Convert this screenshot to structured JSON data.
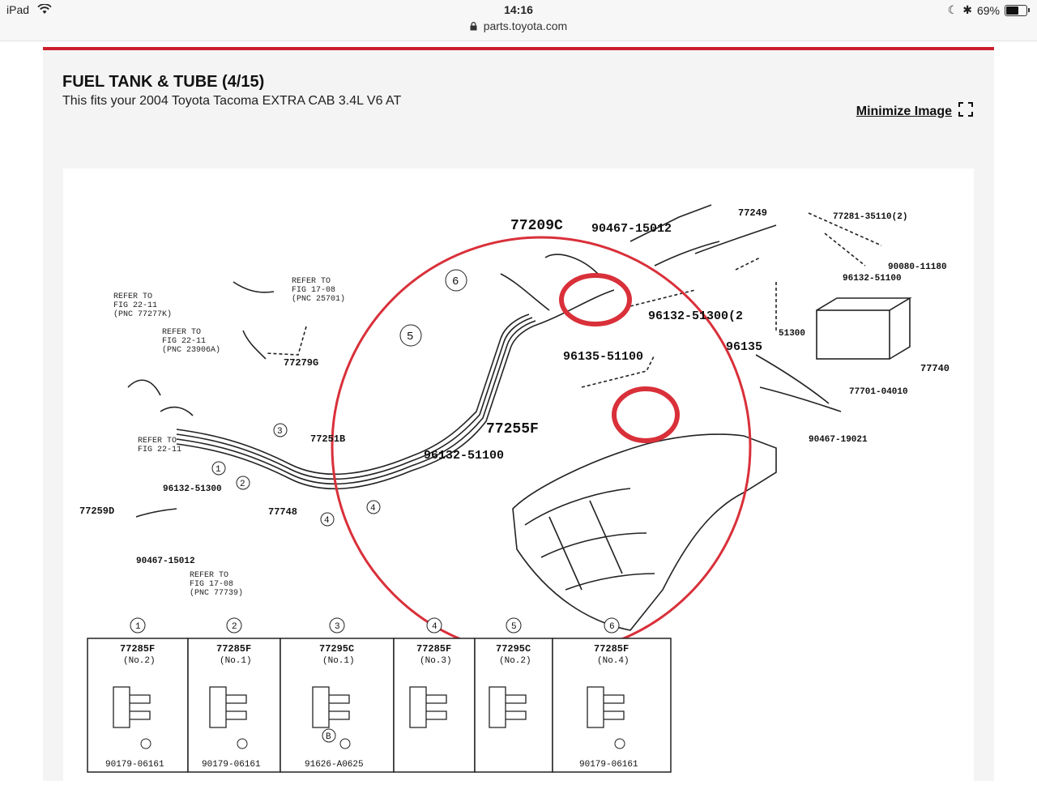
{
  "status_bar": {
    "device": "iPad",
    "time": "14:16",
    "url": "parts.toyota.com",
    "battery": "69%",
    "battery_level": 0.69
  },
  "page": {
    "title": "FUEL TANK & TUBE (4/15)",
    "subtitle": "This fits your 2004 Toyota Tacoma EXTRA CAB 3.4L V6 AT",
    "minimize_label": "Minimize Image"
  },
  "diagram": {
    "callouts": {
      "c1": "REFER TO",
      "c1b": "FIG 22-11",
      "c1c": "(PNC 77277K)",
      "c2": "REFER TO",
      "c2b": "FIG 22-11",
      "c2c": "(PNC 23906A)",
      "c3": "REFER TO",
      "c3b": "FIG 17-08",
      "c3c": "(PNC 25701)",
      "c4": "REFER TO",
      "c4b": "FIG 22-11",
      "c5": "REFER TO",
      "c5b": "FIG 17-08",
      "c5c": "(PNC 77739)"
    },
    "parts": {
      "p77209C": "77209C",
      "p90467_15012_top": "90467-15012",
      "p77249": "77249",
      "p77281": "77281-35110(2)",
      "p90080": "90080-11180",
      "p96132_51100_r": "96132-51100",
      "p96132_51300_r": "96132-51300(2",
      "p51300": "51300",
      "p96135_51100": "96135-51100",
      "p96135": "96135",
      "p77740": "77740",
      "p77701": "77701-04010",
      "p90467_19021": "90467-19021",
      "p77279G": "77279G",
      "p77251B": "77251B",
      "p77255F": "77255F",
      "p96132_51100_c": "96132-51100",
      "p96132_51300_l": "96132-51300",
      "p77259D": "77259D",
      "p77748": "77748",
      "p90467_15012_l": "90467-15012"
    },
    "legend": [
      {
        "num": "1",
        "part": "77285F",
        "sub": "(No.2)",
        "bolt": "90179-06161"
      },
      {
        "num": "2",
        "part": "77285F",
        "sub": "(No.1)",
        "bolt": "90179-06161"
      },
      {
        "num": "3",
        "part": "77295C",
        "sub": "(No.1)",
        "bolt": "91626-A0625"
      },
      {
        "num": "4",
        "part": "77285F",
        "sub": "(No.3)",
        "bolt": ""
      },
      {
        "num": "5",
        "part": "77295C",
        "sub": "(No.2)",
        "bolt": ""
      },
      {
        "num": "6",
        "part": "77285F",
        "sub": "(No.4)",
        "bolt": "90179-06161"
      }
    ],
    "legend_b": "B"
  },
  "colors": {
    "accent_red": "#cc1f2c",
    "highlight_red": "#d9303a"
  }
}
